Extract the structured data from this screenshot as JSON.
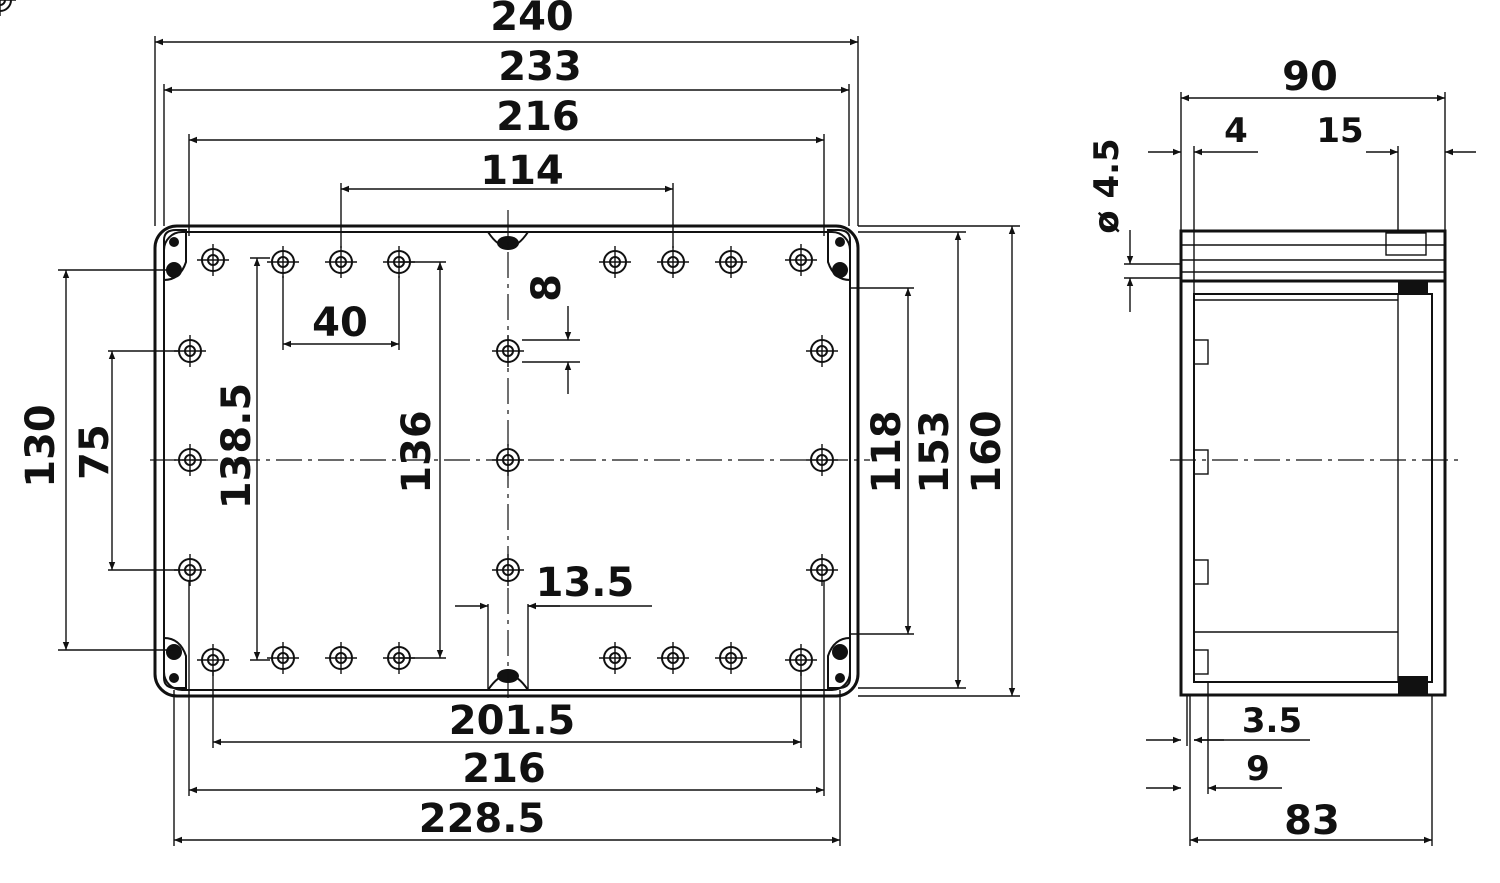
{
  "front_view": {
    "width_overall": "240",
    "width_lid": "233",
    "width_top_holes": "216",
    "width_inner_holes": "114",
    "hole_spacing": "40",
    "center_offset": "8",
    "bottom_offset": "13.5",
    "width_bottom_holes": "201.5",
    "width_bottom_216": "216",
    "width_bottom_228": "228.5",
    "height_130": "130",
    "height_75": "75",
    "height_138": "138.5",
    "height_136": "136",
    "height_118": "118",
    "height_153": "153",
    "height_160": "160"
  },
  "side_view": {
    "depth_overall": "90",
    "wall_4": "4",
    "lid_15": "15",
    "hole_diameter": "ø 4.5",
    "offset_3_5": "3.5",
    "offset_9": "9",
    "depth_83": "83"
  }
}
